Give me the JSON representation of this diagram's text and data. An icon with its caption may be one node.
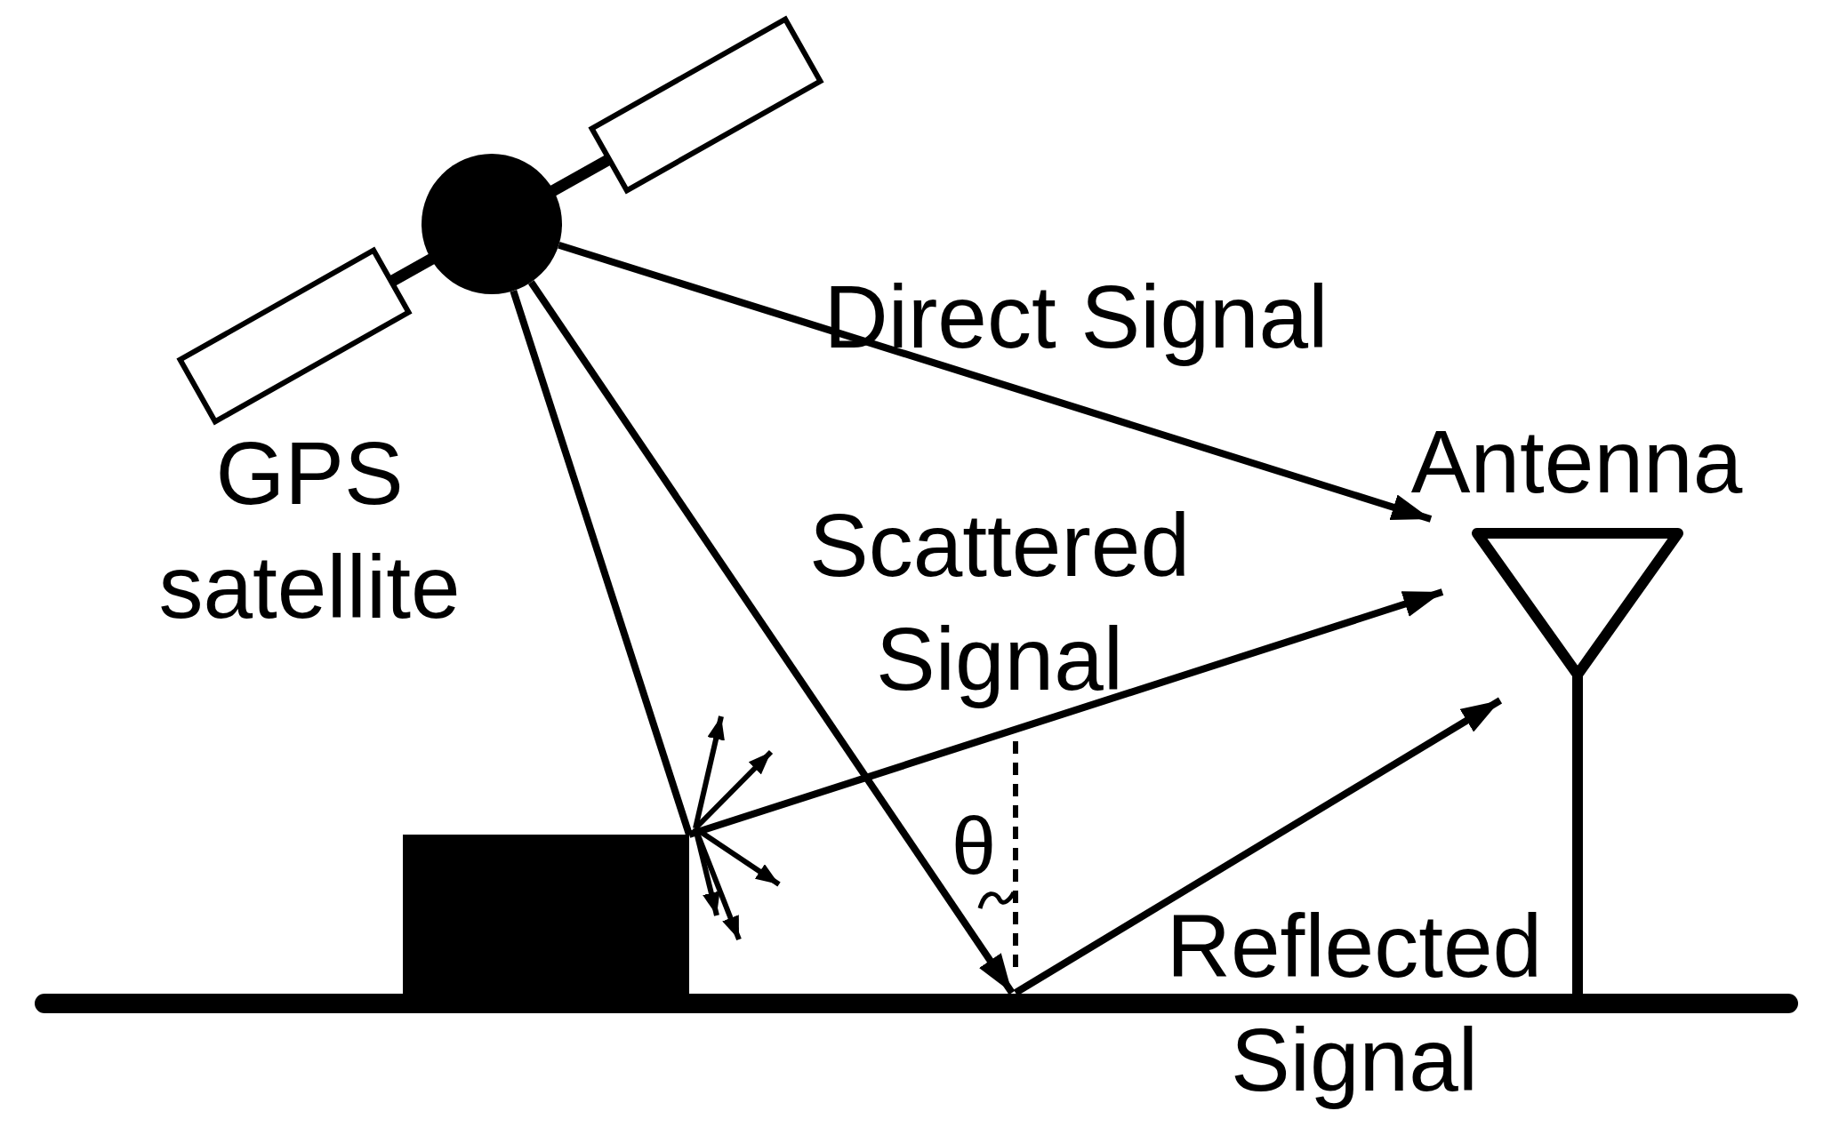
{
  "diagram": {
    "nodes": [
      {
        "text": [],
        "shape": "circle",
        "beside": [
          "GPS satellite"
        ]
      },
      {
        "text": [],
        "shape": "picture",
        "beside": [
          "Antenna"
        ]
      },
      {
        "text": [],
        "shape": "box"
      },
      {
        "text": [],
        "shape": "bar"
      }
    ],
    "edges": [
      {
        "from": 0,
        "to": 1,
        "arrow": "to",
        "label": "Direct Signal"
      },
      {
        "from": 0,
        "to": 2,
        "arrow": "none"
      },
      {
        "from": 2,
        "to": 1,
        "arrow": "to",
        "label": "Scattered Signal"
      },
      {
        "from": 0,
        "to": 3,
        "arrow": "to"
      },
      {
        "from": 3,
        "to": 1,
        "arrow": "to",
        "label": "Reflected Signal"
      }
    ],
    "labels": [
      "θ"
    ]
  }
}
